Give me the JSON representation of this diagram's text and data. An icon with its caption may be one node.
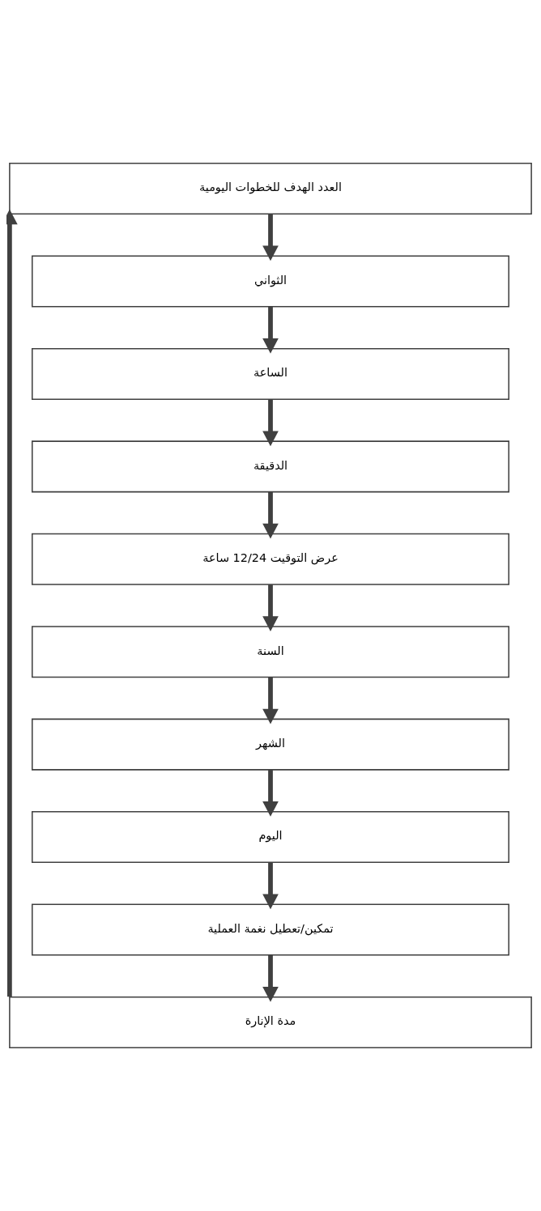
{
  "diagram": {
    "nodes": [
      {
        "text": [
          "العدد الهدف للخطوات اليومية"
        ]
      },
      {
        "text": [
          "الثواني"
        ]
      },
      {
        "text": [
          "الساعة"
        ]
      },
      {
        "text": [
          "الدقيقة"
        ]
      },
      {
        "text": [
          "عرض التوقيت 12/24 ساعة"
        ]
      },
      {
        "text": [
          "السنة"
        ]
      },
      {
        "text": [
          "الشهر"
        ]
      },
      {
        "text": [
          "اليوم"
        ]
      },
      {
        "text": [
          "تمكين/تعطيل نغمة العملية"
        ]
      },
      {
        "text": [
          "مدة الإنارة"
        ]
      }
    ],
    "edges": [
      {
        "from": 0,
        "to": 1,
        "arrow": "to"
      },
      {
        "from": 1,
        "to": 2,
        "arrow": "to"
      },
      {
        "from": 2,
        "to": 3,
        "arrow": "to"
      },
      {
        "from": 3,
        "to": 4,
        "arrow": "to"
      },
      {
        "from": 4,
        "to": 5,
        "arrow": "to"
      },
      {
        "from": 5,
        "to": 6,
        "arrow": "to"
      },
      {
        "from": 6,
        "to": 7,
        "arrow": "to"
      },
      {
        "from": 7,
        "to": 8,
        "arrow": "to"
      },
      {
        "from": 8,
        "to": 9,
        "arrow": "to"
      },
      {
        "from": 9,
        "to": 0,
        "arrow": "to"
      }
    ]
  }
}
